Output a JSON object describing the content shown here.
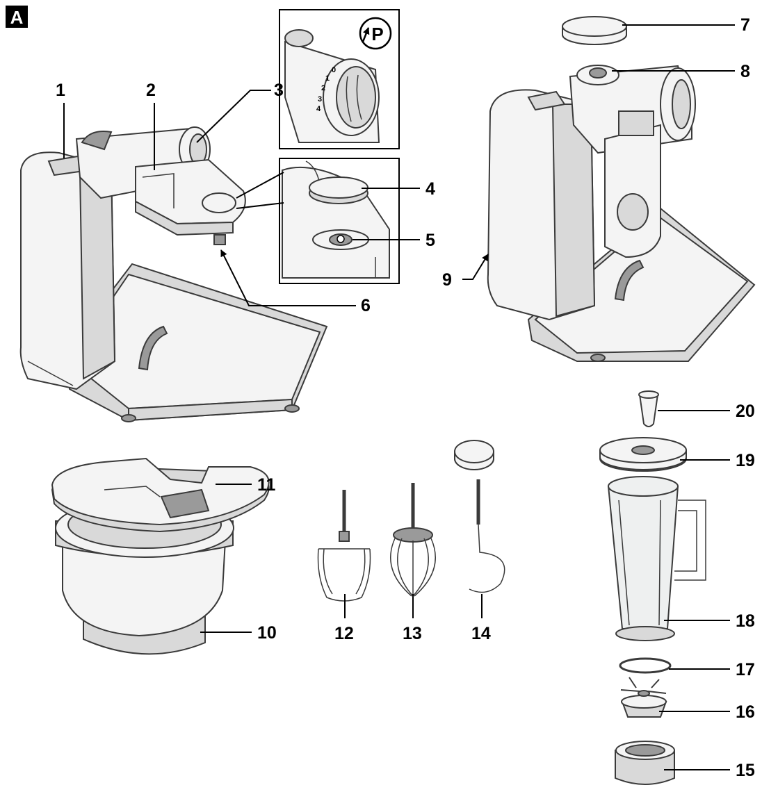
{
  "figure": {
    "badge": "A",
    "dial": {
      "symbol": "P",
      "scale": [
        "4",
        "3",
        "2",
        "1",
        "0"
      ]
    }
  },
  "callouts": [
    {
      "id": "1",
      "text": "1"
    },
    {
      "id": "2",
      "text": "2"
    },
    {
      "id": "3",
      "text": "3"
    },
    {
      "id": "4",
      "text": "4"
    },
    {
      "id": "5",
      "text": "5"
    },
    {
      "id": "6",
      "text": "6"
    },
    {
      "id": "7",
      "text": "7"
    },
    {
      "id": "8",
      "text": "8"
    },
    {
      "id": "9",
      "text": "9"
    },
    {
      "id": "10",
      "text": "10"
    },
    {
      "id": "11",
      "text": "11"
    },
    {
      "id": "12",
      "text": "12"
    },
    {
      "id": "13",
      "text": "13"
    },
    {
      "id": "14",
      "text": "14"
    },
    {
      "id": "15",
      "text": "15"
    },
    {
      "id": "16",
      "text": "16"
    },
    {
      "id": "17",
      "text": "17"
    },
    {
      "id": "18",
      "text": "18"
    },
    {
      "id": "19",
      "text": "19"
    },
    {
      "id": "20",
      "text": "20"
    }
  ]
}
